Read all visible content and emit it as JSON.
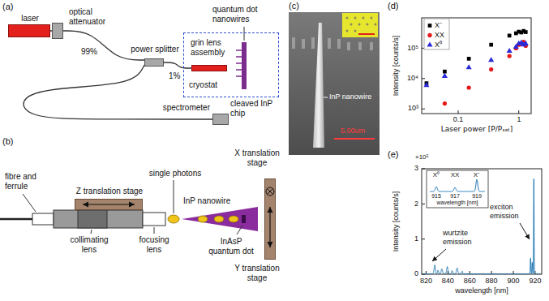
{
  "diagram": {
    "nodes": [
      {
        "text": [
          "laser"
        ]
      },
      {
        "text": [
          "optical attenuator"
        ]
      },
      {
        "text": [
          "power splitter"
        ]
      },
      {
        "text": [
          "cryostat"
        ]
      },
      {
        "text": [
          "grin lens assembly"
        ],
        "in": 3
      },
      {
        "text": [
          "cleaved InP chip"
        ],
        "in": 3
      },
      {
        "text": [
          "spectrometer"
        ]
      },
      {
        "text": [
          "Z translation stage"
        ]
      },
      {
        "text": [
          "X translation stage",
          "Y translation stage"
        ]
      }
    ],
    "edges": [
      {
        "from": 0,
        "to": 1,
        "arrow": "none"
      },
      {
        "from": 1,
        "to": 2,
        "arrow": "none"
      },
      {
        "from": 2,
        "to": 4,
        "arrow": "none"
      },
      {
        "from": 2,
        "to": 6,
        "arrow": "none"
      }
    ],
    "labels": [
      "(a)",
      "1%",
      "99%",
      "quantum dot nanowires",
      "(b)",
      "fibre and ferrule",
      "collimating lens",
      "focusing lens",
      "single photons",
      "InP nanowire",
      "InAsP quantum dot",
      "(c)",
      "InP nanowire",
      "5.00um",
      "(d)",
      "Intensity [counts/s]",
      "10³",
      "10⁴",
      "10⁵",
      "0.1",
      "1",
      "Laser power [P/Pₛₐₜ]",
      "(e)",
      "×10⁵",
      "Intensity [counts/s]",
      "0",
      "1",
      "2",
      "3",
      "820",
      "840",
      "860",
      "880",
      "900",
      "920",
      "wavelength [nm]",
      "wurtzite emission",
      "exciton emission",
      "X⁰",
      "XX",
      "X⁻",
      "915",
      "917",
      "919",
      "wavelength [nm]"
    ],
    "legend": [
      {
        "text": "X⁻"
      },
      {
        "text": "XX"
      },
      {
        "text": "X⁰"
      }
    ]
  }
}
